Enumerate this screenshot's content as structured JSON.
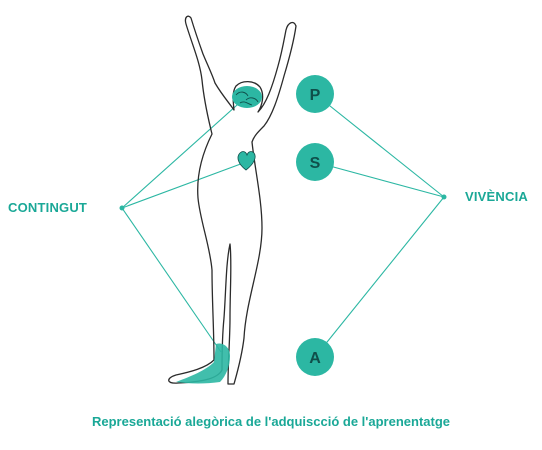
{
  "labels": {
    "left": "CONTINGUT",
    "right": "VIVÈNCIA"
  },
  "nodes": [
    {
      "letter": "P"
    },
    {
      "letter": "S"
    },
    {
      "letter": "A"
    }
  ],
  "caption": "Representació alegòrica de l'adquiscció de l'aprenentatge",
  "colors": {
    "accent": "#1aa897",
    "node_fill": "#2cb7a3",
    "node_text": "#0f4f4a",
    "figure_outline": "#2b2b2b"
  },
  "icons": {
    "figure": "human-figure-icon",
    "brain": "brain-icon",
    "heart": "heart-icon",
    "feet": "feet-icon"
  }
}
